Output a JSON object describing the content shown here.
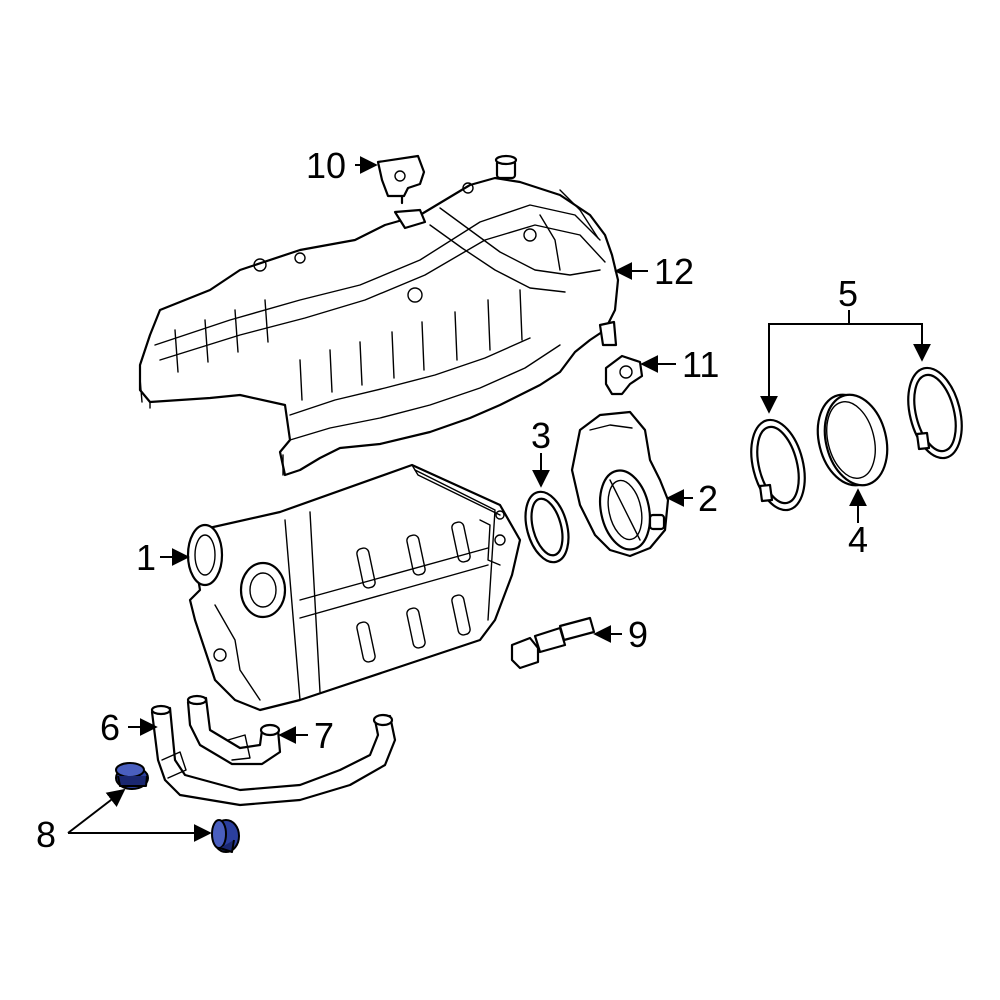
{
  "callouts": {
    "c1": "1",
    "c2": "2",
    "c3": "3",
    "c4": "4",
    "c5": "5",
    "c6": "6",
    "c7": "7",
    "c8": "8",
    "c9": "9",
    "c10": "10",
    "c11": "11",
    "c12": "12"
  },
  "colors": {
    "highlight": "#2b3f9e",
    "highlight_dark": "#1a2770",
    "line": "#000000",
    "background": "#ffffff"
  }
}
